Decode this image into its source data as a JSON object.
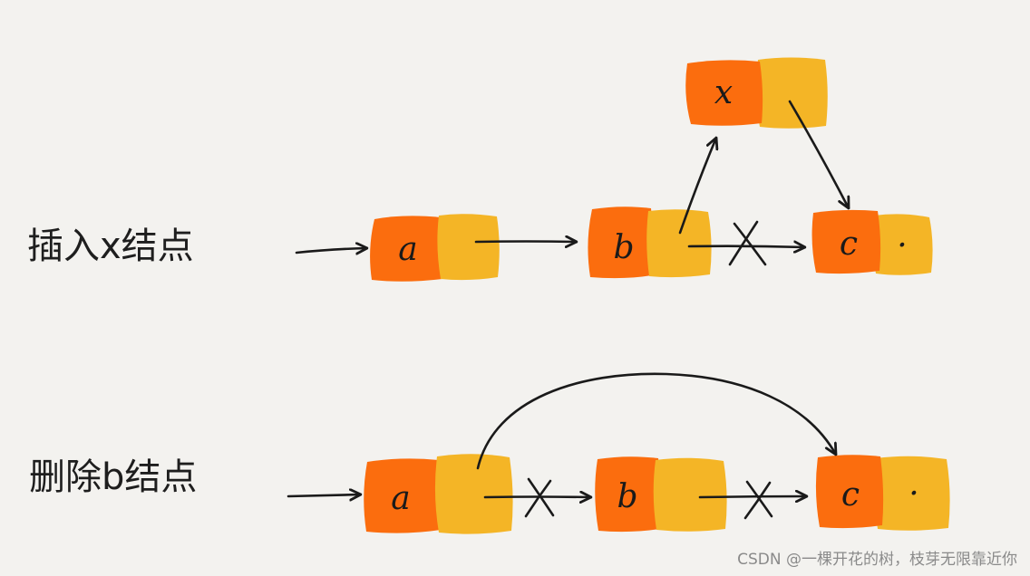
{
  "labels": {
    "insert": "插入x结点",
    "delete": "删除b结点"
  },
  "nodes": {
    "insert_a": "a",
    "insert_b": "b",
    "insert_c": "c",
    "insert_x": "x",
    "delete_a": "a",
    "delete_b": "b",
    "delete_c": "c"
  },
  "null_marker": "·",
  "watermark": "CSDN @一棵开花的树，枝芽无限靠近你",
  "colors": {
    "background": "#f3f2ef",
    "data_cell": "#fb6d0e",
    "next_cell": "#f4b526",
    "ink": "#1a1a1a"
  }
}
